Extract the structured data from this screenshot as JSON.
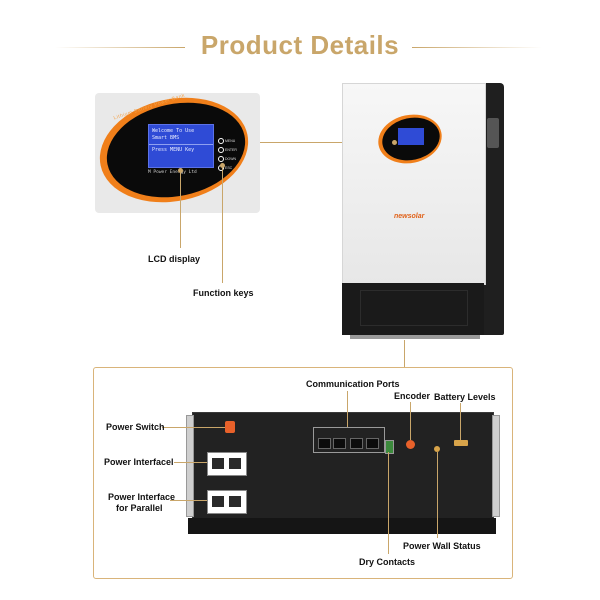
{
  "title": "Product Details",
  "labels": {
    "lcd_display": "LCD display",
    "function_keys": "Function keys",
    "communication_ports": "Communication Ports",
    "encoder": "Encoder",
    "battery_levels": "Battery Levels",
    "power_switch": "Power Switch",
    "power_interface": "Power Interfacel",
    "power_interface_parallel_1": "Power Interface",
    "power_interface_parallel_2": "for Parallel",
    "power_wall_status": "Power Wall Status",
    "dry_contacts": "Dry Contacts"
  },
  "lcd": {
    "line1": "Welcome To Use",
    "line2": "Smart BMS",
    "line3": "Press MENU Key",
    "footer": "M Power Energy Ltd",
    "arc_text": "Lithium Battery Power Bank",
    "buttons": [
      "MENU",
      "ENTER",
      "DOWN",
      "ESC"
    ]
  },
  "brand_logo": "newsolar",
  "colors": {
    "gold": "#c9a66a",
    "orange": "#f07f1a",
    "screen_blue": "#2f4bd6",
    "device_black": "#1a1a1a"
  }
}
